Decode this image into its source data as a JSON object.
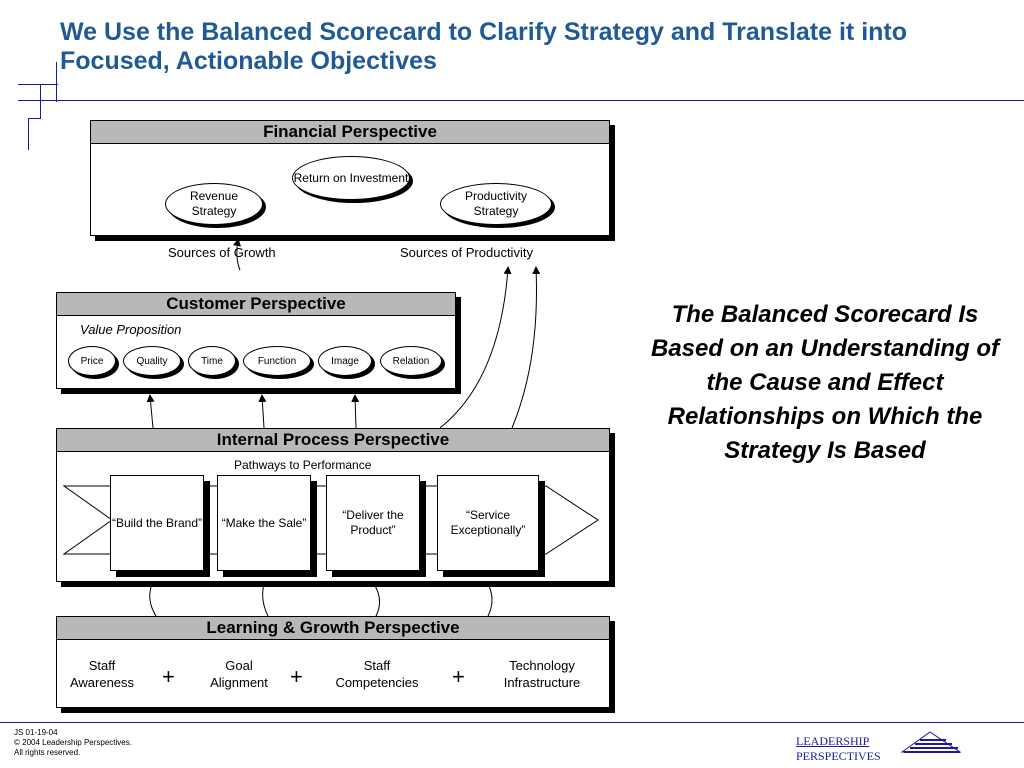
{
  "title": "We Use the Balanced Scorecard to Clarify Strategy and Translate it into Focused, Actionable Objectives",
  "financial": {
    "heading": "Financial Perspective",
    "roi": "Return on Investment",
    "revenue": "Revenue Strategy",
    "productivity": "Productivity Strategy"
  },
  "sources": {
    "growth": "Sources of Growth",
    "productivity": "Sources of Productivity"
  },
  "customer": {
    "heading": "Customer Perspective",
    "subheading": "Value Proposition",
    "items": [
      "Price",
      "Quality",
      "Time",
      "Function",
      "Image",
      "Relation"
    ]
  },
  "internal": {
    "heading": "Internal Process Perspective",
    "subheading": "Pathways to Performance",
    "items": [
      "“Build the Brand”",
      "“Make the Sale”",
      "“Deliver the Product”",
      "“Service Exceptionally”"
    ]
  },
  "learning": {
    "heading": "Learning & Growth Perspective",
    "items": [
      "Staff Awareness",
      "Goal Alignment",
      "Staff Competencies",
      "Technology Infrastructure"
    ],
    "plus": "+"
  },
  "side_text": "The Balanced Scorecard Is Based on an Understanding of the Cause and Effect Relationships on Which the Strategy Is Based",
  "footer": {
    "line1": "JS 01-19-04",
    "line2": "© 2004 Leadership Perspectives.",
    "line3": "All rights reserved."
  },
  "logo": {
    "line1": "LEADERSHIP",
    "line2": "PERSPECTIVES"
  },
  "colors": {
    "title": "#1f5a96",
    "rule": "#1a1aa0",
    "header_fill": "#b8b8b8"
  }
}
